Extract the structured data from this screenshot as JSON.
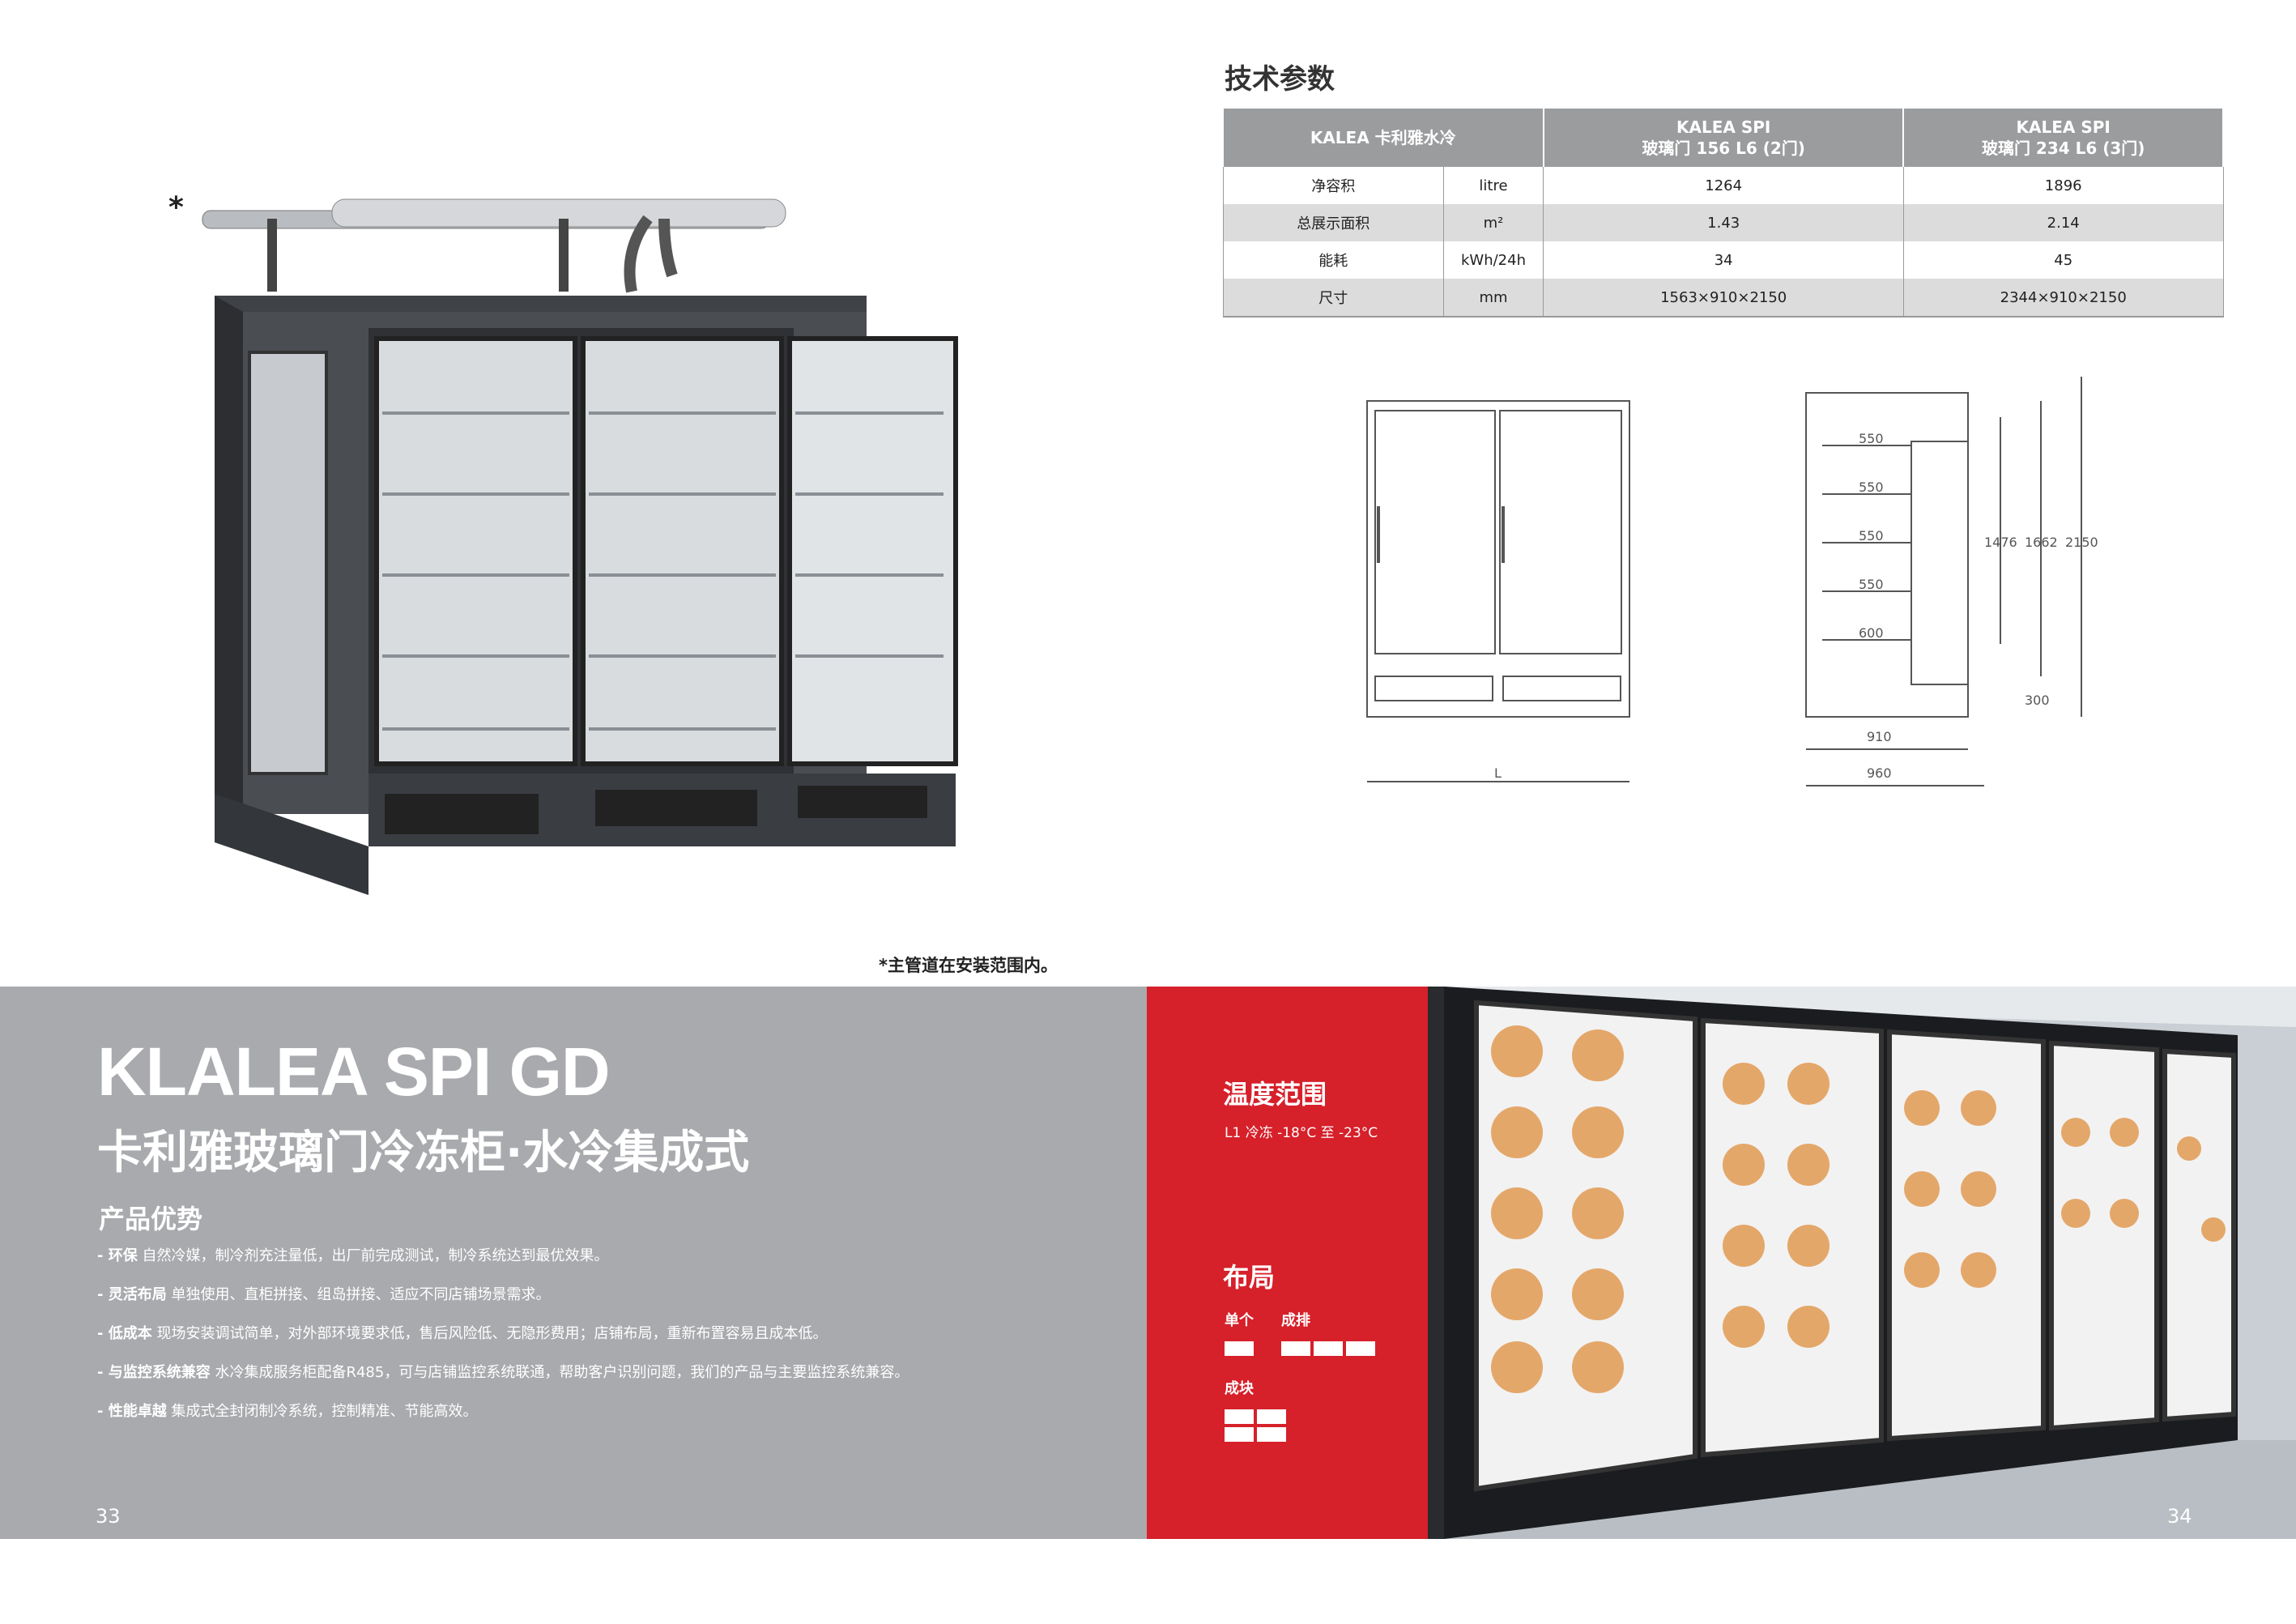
{
  "footnote": "*主管道在安装范围内。",
  "asterisk": "*",
  "spec": {
    "title": "技术参数",
    "headers": [
      "KALEA 卡利雅水冷",
      "KALEA SPI",
      "玻璃门 156 L6 (2门)",
      "KALEA SPI",
      "玻璃门 234 L6 (3门)"
    ],
    "rows": [
      {
        "label": "净容积",
        "unit": "litre",
        "v1": "1264",
        "v2": "1896"
      },
      {
        "label": "总展示面积",
        "unit": "m²",
        "v1": "1.43",
        "v2": "2.14"
      },
      {
        "label": "能耗",
        "unit": "kWh/24h",
        "v1": "34",
        "v2": "45"
      },
      {
        "label": "尺寸",
        "unit": "mm",
        "v1": "1563×910×2150",
        "v2": "2344×910×2150"
      }
    ]
  },
  "drawings": {
    "front_label": "L",
    "side_shelves": [
      "550",
      "550",
      "550",
      "550",
      "600"
    ],
    "side_dims": [
      "1476",
      "1662",
      "2150",
      "300",
      "910",
      "960"
    ]
  },
  "product": {
    "title": "KLALEA SPI GD",
    "subtitle": "卡利雅玻璃门冷冻柜·水冷集成式",
    "advantages_title": "产品优势",
    "advantages": [
      {
        "key": "- 环保",
        "text": " 自然冷媒，制冷剂充注量低，出厂前完成测试，制冷系统达到最优效果。"
      },
      {
        "key": "- 灵活布局",
        "text": " 单独使用、直柜拼接、组岛拼接、适应不同店铺场景需求。"
      },
      {
        "key": "- 低成本",
        "text": " 现场安装调试简单，对外部环境要求低，售后风险低、无隐形费用；店铺布局，重新布置容易且成本低。"
      },
      {
        "key": "- 与监控系统兼容",
        "text": " 水冷集成服务柜配备R485，可与店铺监控系统联通，帮助客户识别问题，我们的产品与主要监控系统兼容。"
      },
      {
        "key": "- 性能卓越",
        "text": " 集成式全封闭制冷系统，控制精准、节能高效。"
      }
    ]
  },
  "temperature": {
    "title": "温度范围",
    "line": "L1   冷冻    -18°C 至 -23°C"
  },
  "layout": {
    "title": "布局",
    "single": "单个",
    "row": "成排",
    "block": "成块"
  },
  "pages": {
    "left": "33",
    "right": "34"
  },
  "colors": {
    "grey_panel": "#a8aaad",
    "red_panel": "#d6202a",
    "table_header": "#9b9c9e"
  }
}
